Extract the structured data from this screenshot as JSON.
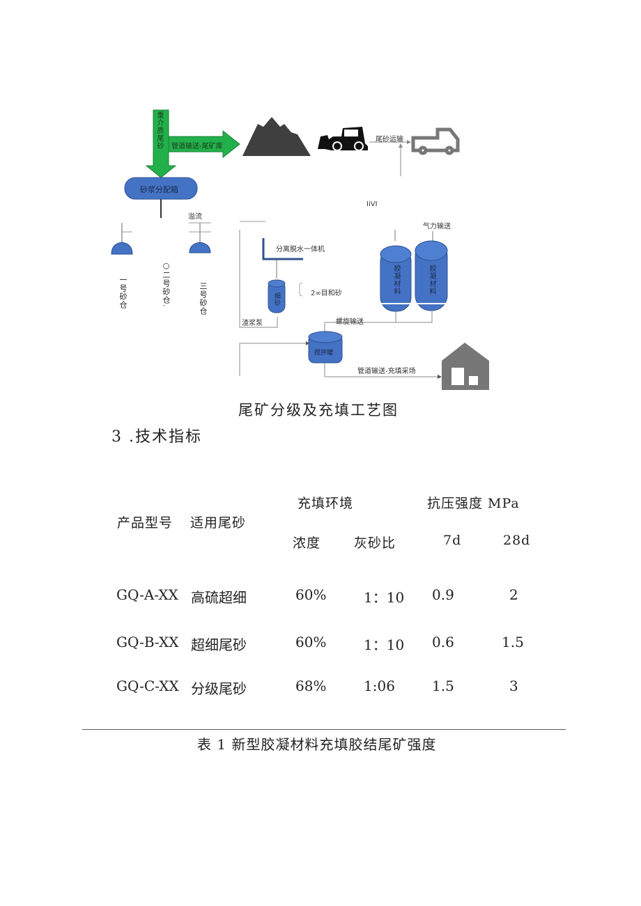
{
  "diagram": {
    "labels": {
      "source": "重介质尾砂",
      "pipe_to_tailings_dam": "管道输送-尾矿库",
      "tailings_transport": "尾砂运输",
      "stray_text": "IiVI",
      "slurry_distributor": "砂浆分配箱",
      "overflow": "溢流",
      "bin_1": "一号砂仓",
      "bin_2": "○二号砂仓.",
      "bin_3": "三号砂仓",
      "dewatering_unit": "分离脱水一体机",
      "fine_sand_tank": "细砂",
      "mesh_sand": "2∞目和砂",
      "slurry_pump": "渣浆泵",
      "pneumatic_transport": "气力输送",
      "binder_silo_1": "胶凝材料",
      "binder_silo_2": "胶凝材料",
      "screw_conveyor": "螺旋输送",
      "mixing_tank": "搅拌罐",
      "pipe_to_stope": "管道输送-充填采场"
    },
    "colors": {
      "arrow_green": "#22b04a",
      "vessel_blue": "#4472c4",
      "icon_dark": "#3f3f3f",
      "line_gray": "#888888"
    }
  },
  "figure_caption": "尾矿分级及充填工艺图",
  "section_heading": "3 .技术指标",
  "table": {
    "headers": {
      "model": "产品型号",
      "tailings": "适用尾砂",
      "fill_env": "充填环境",
      "strength": "抗压强度 MPa",
      "concentration": "浓度",
      "cement_sand_ratio": "灰砂比",
      "d7": "7d",
      "d28": "28d"
    },
    "rows": [
      {
        "model": "GQ-A-XX",
        "tailings": "高硫超细",
        "concentration": "60%",
        "ratio": "1：10",
        "d7": "0.9",
        "d28": "2"
      },
      {
        "model": "GQ-B-XX",
        "tailings": "超细尾砂",
        "concentration": "60%",
        "ratio": "1：10",
        "d7": "0.6",
        "d28": "1.5"
      },
      {
        "model": "GQ-C-XX",
        "tailings": "分级尾砂",
        "concentration": "68%",
        "ratio": "1:06",
        "d7": "1.5",
        "d28": "3"
      }
    ],
    "caption": "表 1 新型胶凝材料充填胶结尾矿强度"
  }
}
